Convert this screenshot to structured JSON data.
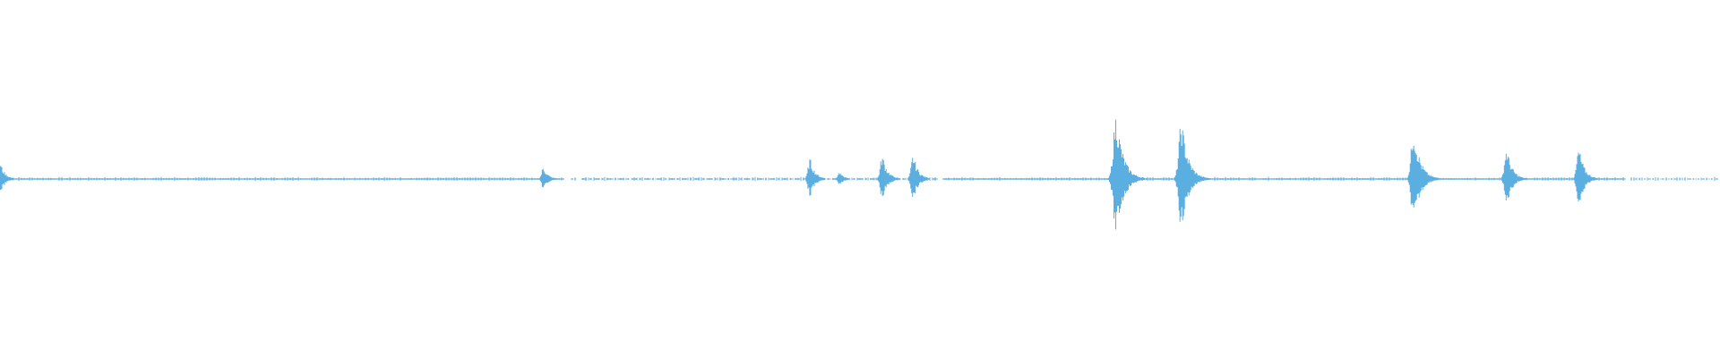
{
  "waveform": {
    "color": "#5aaee0",
    "background": "#ffffff",
    "description_role": "audio-waveform-view",
    "segments_present": [
      {
        "from": 0.0,
        "to": 0.328,
        "style": "continuous"
      },
      {
        "from": 0.332,
        "to": 0.335,
        "style": "dotted"
      },
      {
        "from": 0.338,
        "to": 0.545,
        "style": "dashed"
      },
      {
        "from": 0.548,
        "to": 0.945,
        "style": "continuous"
      },
      {
        "from": 0.948,
        "to": 1.0,
        "style": "dotted"
      }
    ],
    "peaks": [
      {
        "pos": 0.0,
        "amp": 0.05
      },
      {
        "pos": 0.316,
        "amp": 0.035
      },
      {
        "pos": 0.471,
        "amp": 0.06
      },
      {
        "pos": 0.488,
        "amp": 0.02
      },
      {
        "pos": 0.513,
        "amp": 0.07
      },
      {
        "pos": 0.531,
        "amp": 0.07
      },
      {
        "pos": 0.649,
        "amp": 0.19
      },
      {
        "pos": 0.687,
        "amp": 0.17
      },
      {
        "pos": 0.822,
        "amp": 0.15
      },
      {
        "pos": 0.876,
        "amp": 0.09
      },
      {
        "pos": 0.918,
        "amp": 0.09
      }
    ]
  }
}
